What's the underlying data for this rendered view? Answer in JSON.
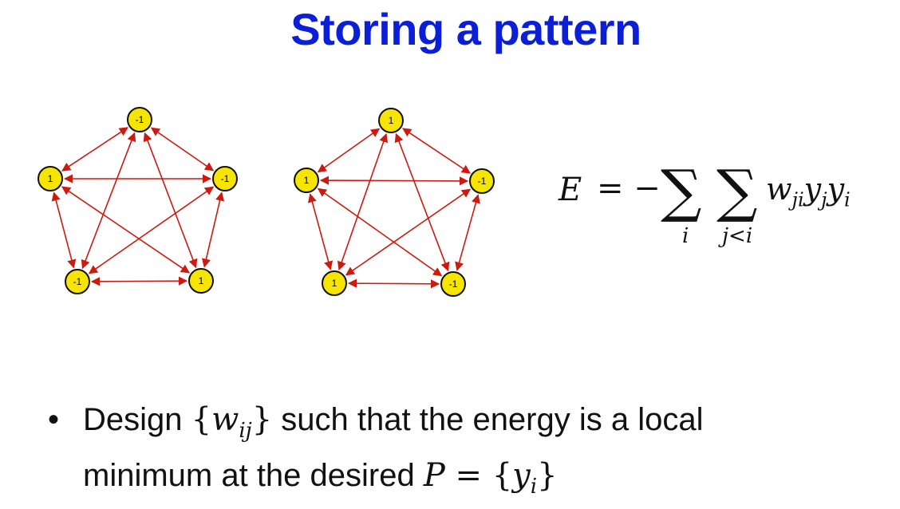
{
  "title": "Storing a pattern",
  "networks": [
    {
      "nodes": [
        "-1",
        "-1",
        "1",
        "-1",
        "1"
      ]
    },
    {
      "nodes": [
        "1",
        "-1",
        "-1",
        "1",
        "1"
      ]
    }
  ],
  "formula": {
    "lhs": "E",
    "equals": "= −",
    "sum_outer": "∑",
    "sum_inner": "∑",
    "sub_outer": "i",
    "sub_inner": "j<i",
    "term": "w",
    "term_sub1": "ji",
    "y1": "y",
    "y1_sub": "j",
    "y2": "y",
    "y2_sub": "i"
  },
  "bullet": {
    "dot": "•",
    "line1_pre": "Design ",
    "w_open": "{",
    "w": "w",
    "w_sub": "ij",
    "w_close": "}",
    "line1_post": " such that the energy is a local",
    "line2_pre": "minimum at the desired ",
    "P": "P",
    "P_eq": " = {",
    "y": "y",
    "y_sub": "i",
    "P_close": "}"
  },
  "colors": {
    "title": "#0a1fd6",
    "node_fill": "#f6e500",
    "edge": "#cc1a10"
  }
}
